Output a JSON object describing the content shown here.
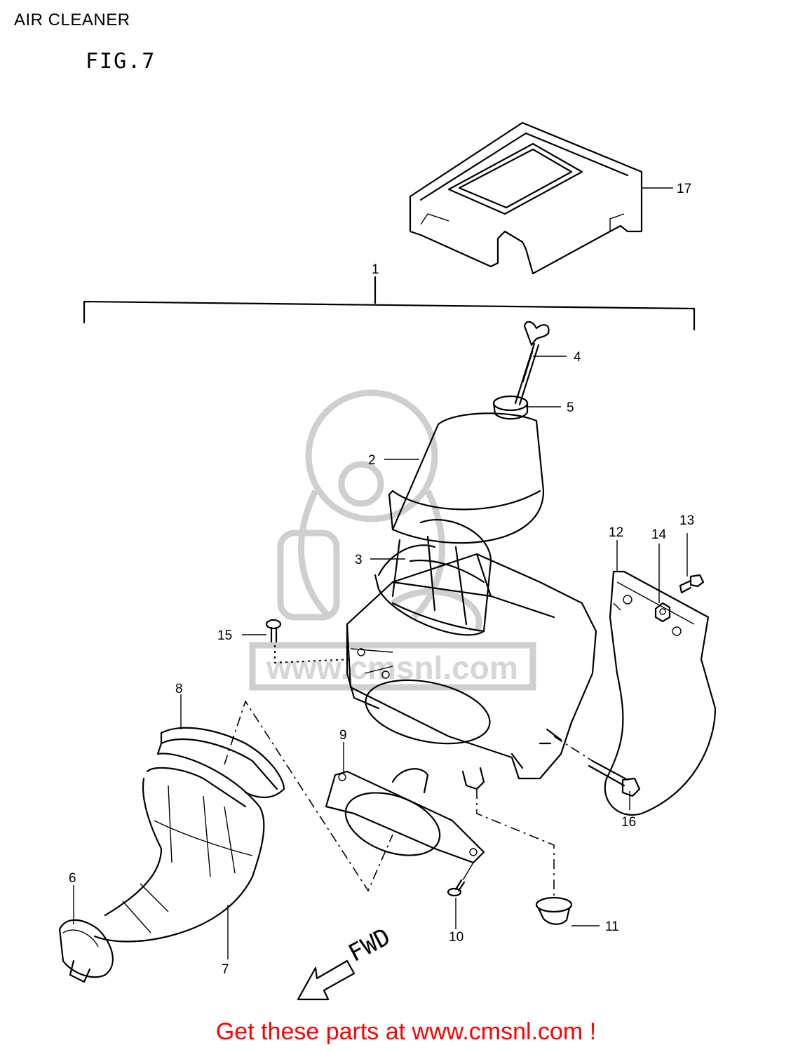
{
  "header": {
    "title": "AIR CLEANER",
    "figure": "FIG.7"
  },
  "callouts": {
    "c1": "1",
    "c2": "2",
    "c3": "3",
    "c4": "4",
    "c5": "5",
    "c6": "6",
    "c7": "7",
    "c8": "8",
    "c9": "9",
    "c10": "10",
    "c11": "11",
    "c12": "12",
    "c13": "13",
    "c14": "14",
    "c15": "15",
    "c16": "16",
    "c17": "17"
  },
  "direction_label": "FWD",
  "watermark": {
    "site": "www.cmsnl.com",
    "logo": "cms-logo"
  },
  "footer": {
    "text": "Get these parts at www.cmsnl.com !",
    "color": "#ff0000"
  }
}
